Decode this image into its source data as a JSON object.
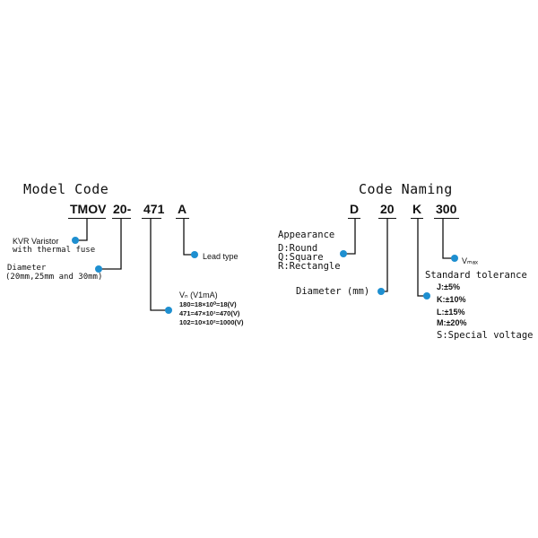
{
  "colors": {
    "dot": "#1e8fd0",
    "line": "#111111"
  },
  "model_code": {
    "title": "Model Code",
    "seg_tmov": "TMOV",
    "seg_size": "20-",
    "seg_volt": "471",
    "seg_lead": "A",
    "kvr_line1": "KVR Varistor",
    "kvr_line2": "with thermal fuse",
    "diameter_line1": "Diameter",
    "diameter_line2": "(20mm,25mm and 30mm)",
    "lead_type": "Lead type",
    "vn_label": "Vₙ (V1mA)",
    "vn_ex1": "180=18×10⁰=18(V)",
    "vn_ex2": "471=47×10¹=470(V)",
    "vn_ex3": "102=10×10²=1000(V)"
  },
  "code_naming": {
    "title": "Code Naming",
    "seg_d": "D",
    "seg_20": "20",
    "seg_k": "K",
    "seg_300": "300",
    "appearance_title": "Appearance",
    "appearance_d": "D:Round",
    "appearance_q": "Q:Square",
    "appearance_r": "R:Rectangle",
    "diameter": "Diameter (mm)",
    "vmax": "Vₘₐₓ",
    "tolerance_title": "Standard tolerance",
    "tol_j": "J:±5%",
    "tol_k": "K:±10%",
    "tol_l": "L:±15%",
    "tol_m": "M:±20%",
    "tol_s": "S:Special voltage"
  }
}
